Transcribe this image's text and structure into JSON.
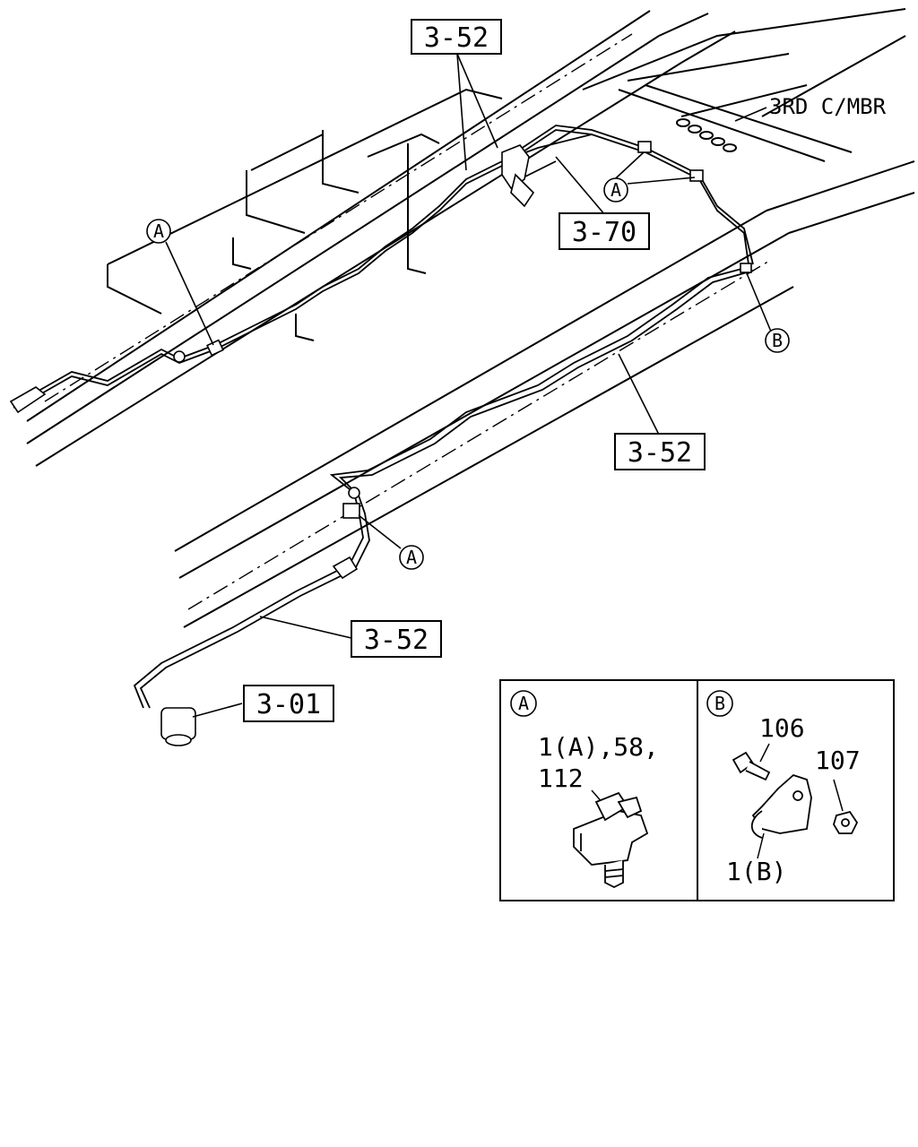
{
  "refs": {
    "r1": "3-52",
    "r2": "3-70",
    "r3": "3-52",
    "r4": "3-52",
    "r5": "3-01"
  },
  "callouts": {
    "a1": "A",
    "a2": "A",
    "a3": "A",
    "b1": "B"
  },
  "labels": {
    "crossmember": "3RD C/MBR"
  },
  "inset": {
    "panel_a": {
      "tag": "A",
      "line1": "1(A),58,",
      "line2": "112"
    },
    "panel_b": {
      "tag": "B",
      "part_bolt": "106",
      "part_nut": "107",
      "part_clip": "1(B)"
    }
  }
}
